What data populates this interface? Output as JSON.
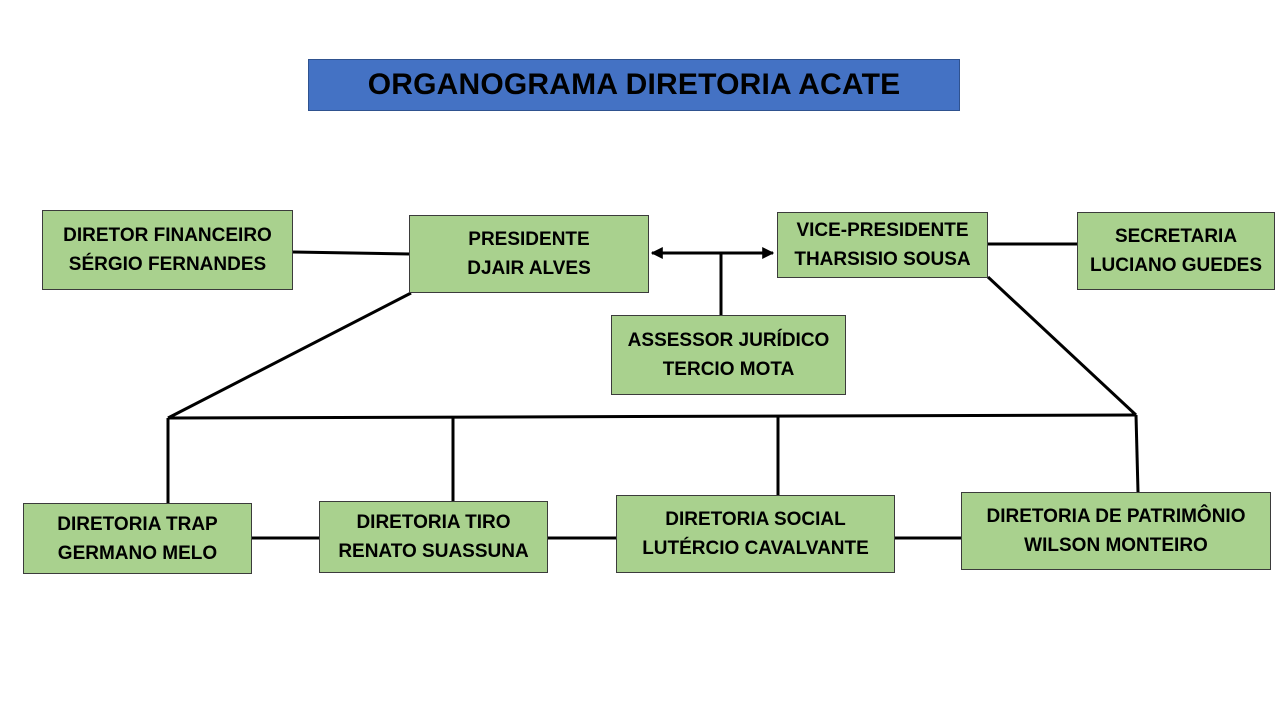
{
  "title": "ORGANOGRAMA DIRETORIA ACATE",
  "colors": {
    "title_fill": "#4472c4",
    "box_fill": "#a9d18e",
    "line": "#000000"
  },
  "nodes": {
    "diretor_financeiro": {
      "role": "DIRETOR FINANCEIRO",
      "name": "SÉRGIO FERNANDES"
    },
    "presidente": {
      "role": "PRESIDENTE",
      "name": "DJAIR ALVES"
    },
    "vice_presidente": {
      "role": "VICE-PRESIDENTE",
      "name": "THARSISIO SOUSA"
    },
    "secretaria": {
      "role": "SECRETARIA",
      "name": "LUCIANO GUEDES"
    },
    "assessor_juridico": {
      "role": "ASSESSOR JURÍDICO",
      "name": "TERCIO MOTA"
    },
    "diretoria_trap": {
      "role": "DIRETORIA TRAP",
      "name": "GERMANO MELO"
    },
    "diretoria_tiro": {
      "role": "DIRETORIA TIRO",
      "name": "RENATO SUASSUNA"
    },
    "diretoria_social": {
      "role": "DIRETORIA SOCIAL",
      "name": "LUTÉRCIO CAVALVANTE"
    },
    "diretoria_patrimonio": {
      "role": "DIRETORIA DE PATRIMÔNIO",
      "name": "WILSON MONTEIRO"
    }
  }
}
